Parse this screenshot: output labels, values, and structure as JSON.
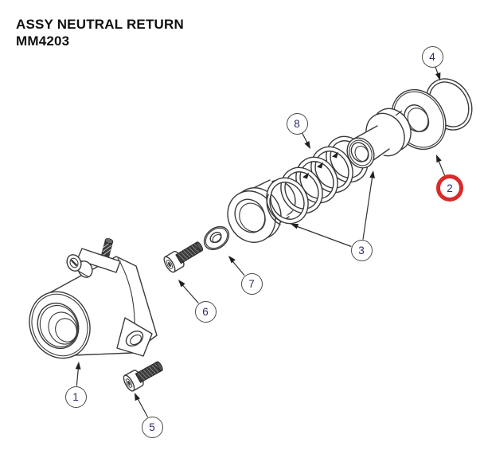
{
  "title": {
    "line1": "ASSY NEUTRAL RETURN",
    "line2": "MM4203"
  },
  "diagram": {
    "kind": "exploded-parts-diagram",
    "highlight_color": "#d92a2a",
    "line_color": "#3a3a3a",
    "number_color": "#2c2c66",
    "highlighted_callout": "2",
    "callouts": [
      {
        "number": "1",
        "part": "housing-body",
        "highlighted": false
      },
      {
        "number": "2",
        "part": "large-flat-washer",
        "highlighted": true
      },
      {
        "number": "3",
        "part": "spring-retainer-cup-and-bushing",
        "highlighted": false
      },
      {
        "number": "4",
        "part": "o-ring",
        "highlighted": false
      },
      {
        "number": "5",
        "part": "socket-head-screw-long",
        "highlighted": false
      },
      {
        "number": "6",
        "part": "socket-head-screw-short",
        "highlighted": false
      },
      {
        "number": "7",
        "part": "small-washer",
        "highlighted": false
      },
      {
        "number": "8",
        "part": "coil-spring",
        "highlighted": false
      }
    ]
  }
}
